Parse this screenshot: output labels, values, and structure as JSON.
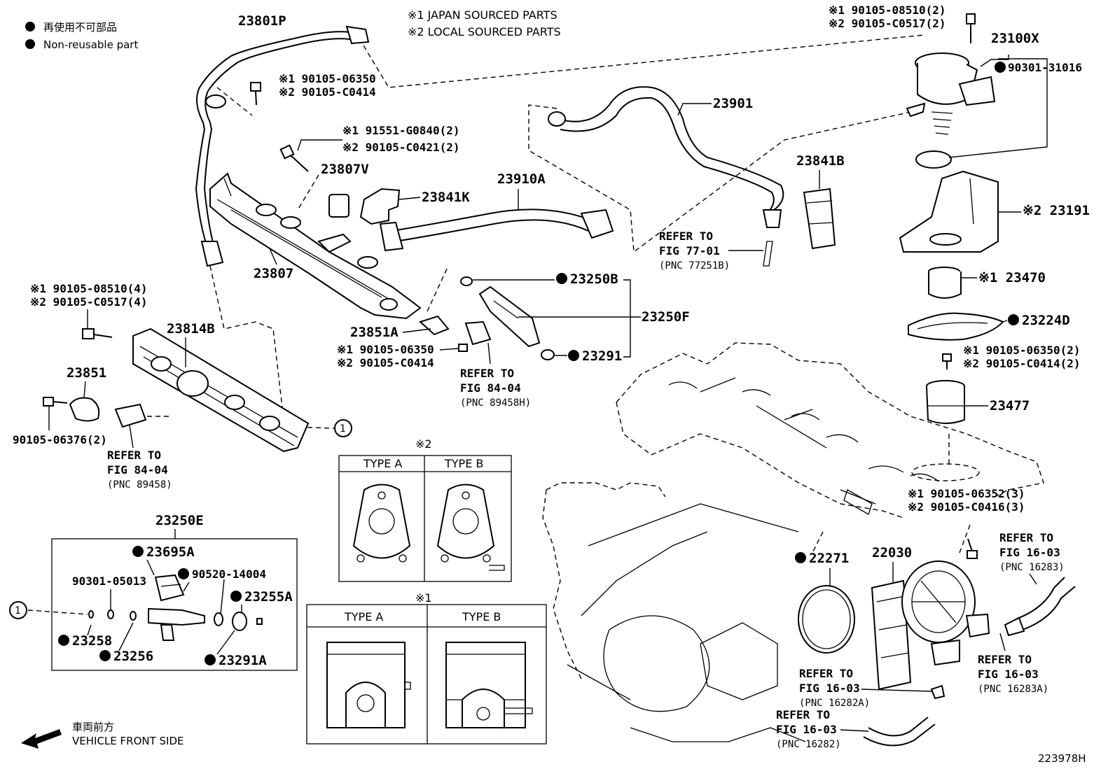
{
  "legend": {
    "jp_text": "再使用不可部品",
    "en_text": "Non-reusable part"
  },
  "sourcing": {
    "line1": "※1 JAPAN SOURCED PARTS",
    "line2": "※2 LOCAL SOURCED PARTS"
  },
  "diagram_number": "223978H",
  "front": {
    "jp": "車両前方",
    "en": "VEHICLE FRONT SIDE"
  },
  "circle_ref": "1",
  "parts": {
    "p23801P": "23801P",
    "b_06350_a1": "※1 90105-06350",
    "b_0414_a2": "※2 90105-C0414",
    "b_91551_1": "※1 91551-G0840(2)",
    "b_0421_2": "※2 90105-C0421(2)",
    "p23807V": "23807V",
    "p23841K": "23841K",
    "p23910A": "23910A",
    "p23901": "23901",
    "p23807": "23807",
    "b_08510_4": "※1 90105-08510(4)",
    "b_0517_4": "※2 90105-C0517(4)",
    "p23814B": "23814B",
    "p23851": "23851",
    "b_06376": "90105-06376(2)",
    "p23851A": "23851A",
    "b_06350_b1": "※1 90105-06350",
    "b_0414_b2": "※2 90105-C0414",
    "p23250B": "23250B",
    "p23250F": "23250F",
    "p23291": "23291",
    "b_08510_2": "※1 90105-08510(2)",
    "b_0517_2": "※2 90105-C0517(2)",
    "p23100X": "23100X",
    "b_31016": "90301-31016",
    "p23841B": "23841B",
    "p23191": "※2 23191",
    "p23470": "※1 23470",
    "p23224D": "23224D",
    "b_06350_2": "※1 90105-06350(2)",
    "b_0414_2": "※2 90105-C0414(2)",
    "p23477": "23477",
    "b_06352_3": "※1 90105-06352(3)",
    "b_0416_3": "※2 90105-C0416(3)",
    "p22271": "22271",
    "p22030": "22030",
    "p23250E": "23250E",
    "p23695A": "23695A",
    "b_05013": "90301-05013",
    "b_14004": "90520-14004",
    "p23255A": "23255A",
    "p23258": "23258",
    "p23256": "23256",
    "p23291A": "23291A"
  },
  "refer": {
    "r1": {
      "refer": "REFER TO",
      "fig": "FIG 77-01",
      "pnc": "(PNC 77251B)"
    },
    "r2": {
      "refer": "REFER TO",
      "fig": "FIG 84-04",
      "pnc": "(PNC 89458H)"
    },
    "r3": {
      "refer": "REFER TO",
      "fig": "FIG 84-04",
      "pnc": "(PNC 89458)"
    },
    "r4": {
      "refer": "REFER TO",
      "fig": "FIG 16-03",
      "pnc": "(PNC 16283)"
    },
    "r5": {
      "refer": "REFER TO",
      "fig": "FIG 16-03",
      "pnc": "(PNC 16283A)"
    },
    "r6": {
      "refer": "REFER TO",
      "fig": "FIG 16-03",
      "pnc": "(PNC 16282A)"
    },
    "r7": {
      "refer": "REFER TO",
      "fig": "FIG 16-03",
      "pnc": "(PNC 16282)"
    }
  },
  "types": {
    "t2_mark": "※2",
    "t2_a": "TYPE A",
    "t2_b": "TYPE B",
    "t1_mark": "※1",
    "t1_a": "TYPE A",
    "t1_b": "TYPE B"
  }
}
